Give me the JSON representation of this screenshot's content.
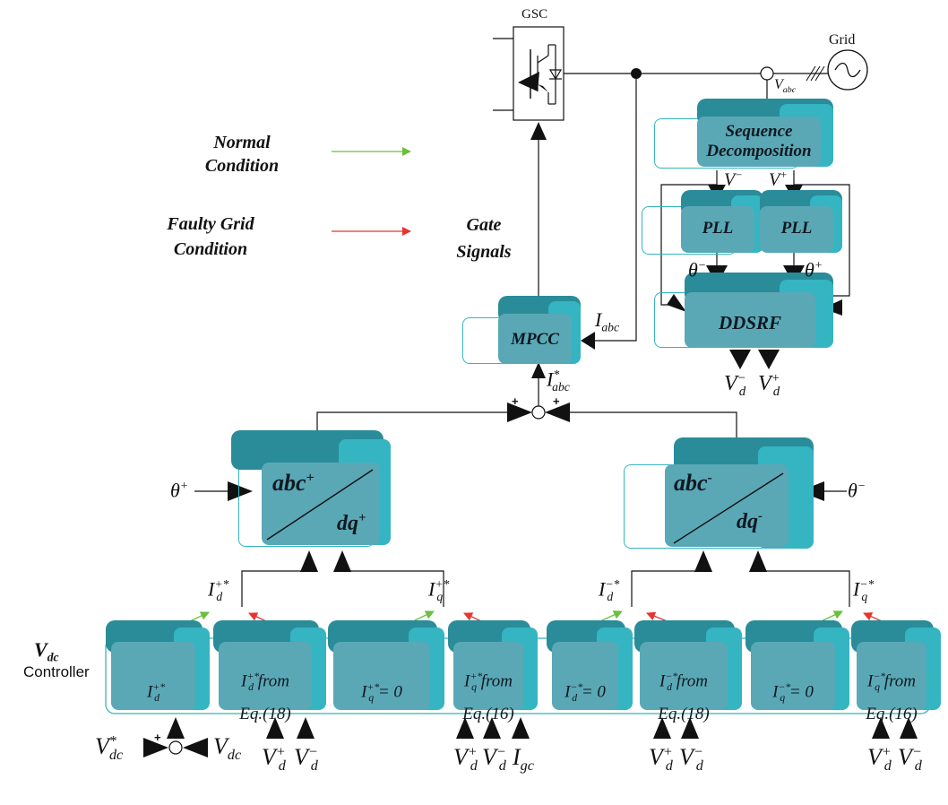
{
  "gsc_label": "GSC",
  "grid_label": "Grid",
  "vabc_label": "V",
  "vabc_sub": "abc",
  "legend": {
    "normal_line1": "Normal",
    "normal_line2": "Condition",
    "faulty_line1": "Faulty Grid",
    "faulty_line2": "Condition",
    "normal_color": "#6abf3c",
    "faulty_color": "#e8342e"
  },
  "gate_line1": "Gate",
  "gate_line2": "Signals",
  "blocks": {
    "seq_line1": "Sequence",
    "seq_line2": "Decomposition",
    "pll": "PLL",
    "ddsrf": "DDSRF",
    "mpcc": "MPCC",
    "abc_pos_top": "abc",
    "abc_pos_sup": "+",
    "dq_pos": "dq",
    "dq_pos_sup": "+",
    "abc_neg_top": "abc",
    "abc_neg_sup": "-",
    "dq_neg": "dq",
    "dq_neg_sup": "-"
  },
  "signals": {
    "v_minus": "V",
    "v_minus_sup": "−",
    "v_plus": "V",
    "v_plus_sup": "+",
    "theta": "θ",
    "theta_neg_sup": "−",
    "theta_pos_sup": "+",
    "i_abc": "I",
    "i_abc_sub": "abc",
    "i_abc_ref": "I",
    "i_abc_ref_sup": "*",
    "vd": "V",
    "vd_sub": "d",
    "minus_sup": "−",
    "plus_sup": "+",
    "id": "I",
    "iq": "I",
    "d_sub": "d",
    "q_sub": "q",
    "pos_ref_sup": "+*",
    "neg_ref_sup": "−*",
    "sum_plus": "+",
    "vdc": "V",
    "vdc_sub": "dc",
    "vdc_ref_sup": "*",
    "igc_sub": "gc",
    "controller_bold": "V",
    "controller_bold_sub": "dc",
    "controller_word": "Controller"
  },
  "controllers": [
    {
      "main": "I",
      "sub": "d",
      "sup": "+*",
      "tail": "",
      "line2": ""
    },
    {
      "main": "I",
      "sub": "d",
      "sup": "+*",
      "tail": " from",
      "line2": "Eq.(18)"
    },
    {
      "main": "I",
      "sub": "q",
      "sup": "+*",
      "tail": " = 0",
      "line2": ""
    },
    {
      "main": "I",
      "sub": "q",
      "sup": "+*",
      "tail": " from",
      "line2": "Eq.(16)"
    },
    {
      "main": "I",
      "sub": "d",
      "sup": "−*",
      "tail": " = 0",
      "line2": ""
    },
    {
      "main": "I",
      "sub": "d",
      "sup": "−*",
      "tail": " from",
      "line2": "Eq.(18)"
    },
    {
      "main": "I",
      "sub": "q",
      "sup": "−*",
      "tail": " = 0",
      "line2": ""
    },
    {
      "main": "I",
      "sub": "q",
      "sup": "−*",
      "tail": " from",
      "line2": "Eq.(16)"
    }
  ]
}
